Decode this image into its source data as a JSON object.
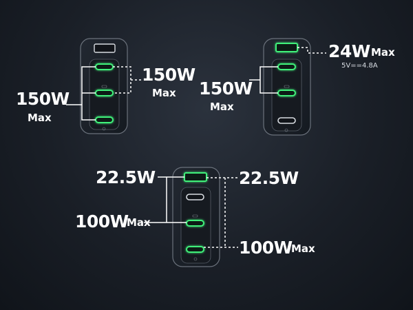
{
  "accent_green": "#3ff07a",
  "charger_color": "#1c2129",
  "panels": [
    {
      "name": "config-1",
      "ports": [
        "usb-a-inactive",
        "usb-c-active",
        "usb-c-active",
        "usb-c-active"
      ],
      "labels": {
        "left_power": "150W",
        "left_max": "Max",
        "right_power": "150W",
        "right_max": "Max"
      }
    },
    {
      "name": "config-2",
      "ports": [
        "usb-a-active",
        "usb-c-active",
        "usb-c-active",
        "usb-c-inactive"
      ],
      "labels": {
        "left_power": "150W",
        "left_max": "Max",
        "right_power": "24W",
        "right_max": "Max",
        "right_note": "5V==4.8A"
      }
    },
    {
      "name": "config-3",
      "ports": [
        "usb-a-active",
        "usb-c-inactive",
        "usb-c-active",
        "usb-c-active"
      ],
      "labels": {
        "left_top_power": "22.5W",
        "left_bottom_power": "100W",
        "left_bottom_max": "Max",
        "right_top_power": "22.5W",
        "right_bottom_power": "100W",
        "right_bottom_max": "Max"
      }
    }
  ]
}
